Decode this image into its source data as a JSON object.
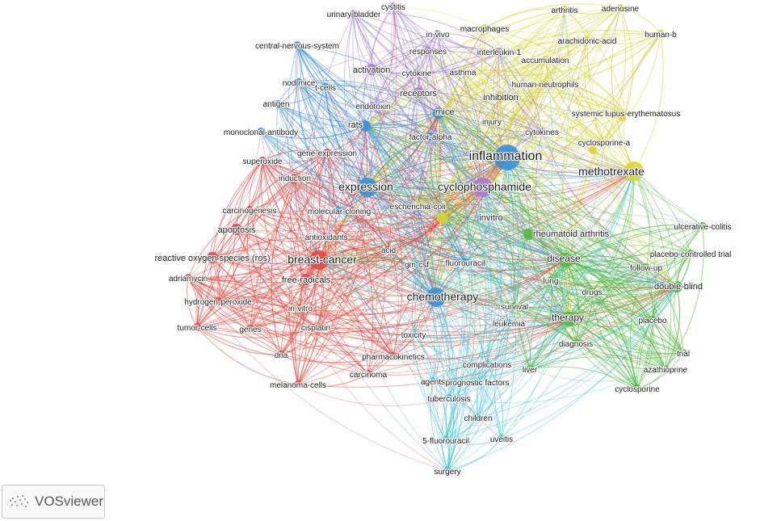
{
  "clusters": {
    "red": {
      "color": "#e8453c"
    },
    "green": {
      "color": "#4fba3a"
    },
    "blue": {
      "color": "#3b8fd9"
    },
    "yellow": {
      "color": "#d6d62e"
    },
    "purple": {
      "color": "#a77ad6"
    },
    "cyan": {
      "color": "#40c2d6"
    }
  },
  "nodes": [
    {
      "id": "inflammation",
      "label": "inflammation",
      "cluster": "blue",
      "weight": 5
    },
    {
      "id": "cyclophosphamide",
      "label": "cyclophosphamide",
      "cluster": "purple",
      "weight": 4
    },
    {
      "id": "methotrexate",
      "label": "methotrexate",
      "cluster": "yellow",
      "weight": 4
    },
    {
      "id": "expression",
      "label": "expression",
      "cluster": "blue",
      "weight": 4
    },
    {
      "id": "chemotherapy",
      "label": "chemotherapy",
      "cluster": "blue",
      "weight": 4
    },
    {
      "id": "breast-cancer",
      "label": "breast-cancer",
      "cluster": "red",
      "weight": 4
    },
    {
      "id": "therapy",
      "label": "therapy",
      "cluster": "green",
      "weight": 3
    },
    {
      "id": "disease",
      "label": "disease",
      "cluster": "green",
      "weight": 3
    },
    {
      "id": "double-blind",
      "label": "double-blind",
      "cluster": "green",
      "weight": 2
    },
    {
      "id": "rheumatoid-arthritis",
      "label": "rheumatoid arthritis",
      "cluster": "green",
      "weight": 2
    },
    {
      "id": "invitro",
      "label": "invitro",
      "cluster": "yellow",
      "weight": 2
    },
    {
      "id": "mice",
      "label": "mice",
      "cluster": "blue",
      "weight": 2
    },
    {
      "id": "rats",
      "label": "rats",
      "cluster": "blue",
      "weight": 2
    },
    {
      "id": "cystitis",
      "label": "cystitis",
      "cluster": "purple",
      "weight": 1
    },
    {
      "id": "urinary-bladder",
      "label": "urinary bladder",
      "cluster": "purple",
      "weight": 1
    },
    {
      "id": "in-vivo",
      "label": "in-vivo",
      "cluster": "purple",
      "weight": 1
    },
    {
      "id": "macrophages",
      "label": "macrophages",
      "cluster": "yellow",
      "weight": 1
    },
    {
      "id": "arthritis",
      "label": "arthritis",
      "cluster": "yellow",
      "weight": 1
    },
    {
      "id": "adenosine",
      "label": "adenosine",
      "cluster": "yellow",
      "weight": 1
    },
    {
      "id": "human-b",
      "label": "human-b",
      "cluster": "yellow",
      "weight": 1
    },
    {
      "id": "arachidonic-acid",
      "label": "arachidonic-acid",
      "cluster": "yellow",
      "weight": 1
    },
    {
      "id": "interleukin-1",
      "label": "interleukin-1",
      "cluster": "purple",
      "weight": 1
    },
    {
      "id": "responses",
      "label": "responses",
      "cluster": "purple",
      "weight": 1
    },
    {
      "id": "central-nervous-system",
      "label": "central-nervous-system",
      "cluster": "blue",
      "weight": 1
    },
    {
      "id": "activation",
      "label": "activation",
      "cluster": "purple",
      "weight": 2
    },
    {
      "id": "accumulation",
      "label": "accumulation",
      "cluster": "yellow",
      "weight": 1
    },
    {
      "id": "cytokine",
      "label": "cytokine",
      "cluster": "purple",
      "weight": 1
    },
    {
      "id": "asthma",
      "label": "asthma",
      "cluster": "yellow",
      "weight": 1
    },
    {
      "id": "nod-mice",
      "label": "nod mice",
      "cluster": "blue",
      "weight": 1
    },
    {
      "id": "t-cells",
      "label": "t-cells",
      "cluster": "blue",
      "weight": 1
    },
    {
      "id": "human-neutrophils",
      "label": "human-neutrophils",
      "cluster": "yellow",
      "weight": 1
    },
    {
      "id": "receptors",
      "label": "receptors",
      "cluster": "purple",
      "weight": 2
    },
    {
      "id": "inhibition",
      "label": "inhibition",
      "cluster": "yellow",
      "weight": 2
    },
    {
      "id": "antigen",
      "label": "antigen",
      "cluster": "blue",
      "weight": 1
    },
    {
      "id": "endotoxin",
      "label": "endotoxin",
      "cluster": "purple",
      "weight": 1
    },
    {
      "id": "systemic-lupus",
      "label": "systemic lupus-erythematosus",
      "cluster": "yellow",
      "weight": 1
    },
    {
      "id": "injury",
      "label": "injury",
      "cluster": "yellow",
      "weight": 1
    },
    {
      "id": "monoclonal-antibody",
      "label": "monoclonal-antibody",
      "cluster": "blue",
      "weight": 1
    },
    {
      "id": "cytokines",
      "label": "cytokines",
      "cluster": "purple",
      "weight": 1
    },
    {
      "id": "factor-alpha",
      "label": "factor-alpha",
      "cluster": "blue",
      "weight": 1
    },
    {
      "id": "cyclosporine-a",
      "label": "cyclosporine-a",
      "cluster": "yellow",
      "weight": 1
    },
    {
      "id": "gene-expression",
      "label": "gene-expression",
      "cluster": "red",
      "weight": 1
    },
    {
      "id": "superoxide",
      "label": "superoxide",
      "cluster": "red",
      "weight": 1
    },
    {
      "id": "induction",
      "label": "induction",
      "cluster": "red",
      "weight": 1
    },
    {
      "id": "carcinogenesis",
      "label": "carcinogenesis",
      "cluster": "red",
      "weight": 1
    },
    {
      "id": "molecular-cloning",
      "label": "molecular-cloning",
      "cluster": "blue",
      "weight": 1
    },
    {
      "id": "escherichia-coli",
      "label": "escherichia-coli",
      "cluster": "yellow",
      "weight": 1
    },
    {
      "id": "apoptosis",
      "label": "apoptosis",
      "cluster": "red",
      "weight": 2
    },
    {
      "id": "antioxidants",
      "label": "antioxidants",
      "cluster": "red",
      "weight": 1
    },
    {
      "id": "ulcerative-colitis",
      "label": "ulcerative-colitis",
      "cluster": "green",
      "weight": 1
    },
    {
      "id": "reactive-oxygen",
      "label": "reactive oxygen species (ros)",
      "cluster": "red",
      "weight": 2
    },
    {
      "id": "acid",
      "label": "acid",
      "cluster": "red",
      "weight": 1
    },
    {
      "id": "placebo-controlled",
      "label": "placebo-controlled trial",
      "cluster": "green",
      "weight": 1
    },
    {
      "id": "gm-csf",
      "label": "gm-csf",
      "cluster": "cyan",
      "weight": 1
    },
    {
      "id": "fluorouracil",
      "label": "fluorouracil",
      "cluster": "blue",
      "weight": 1
    },
    {
      "id": "adriamycin",
      "label": "adriamycin",
      "cluster": "red",
      "weight": 1
    },
    {
      "id": "free-radicals",
      "label": "free-radicals",
      "cluster": "red",
      "weight": 2
    },
    {
      "id": "lung",
      "label": "lung",
      "cluster": "green",
      "weight": 1
    },
    {
      "id": "follow-up",
      "label": "follow-up",
      "cluster": "green",
      "weight": 1
    },
    {
      "id": "drugs",
      "label": "drugs",
      "cluster": "green",
      "weight": 1
    },
    {
      "id": "hydrogen-peroxide",
      "label": "hydrogen-peroxide",
      "cluster": "red",
      "weight": 1
    },
    {
      "id": "in-vitro",
      "label": "in-vitro",
      "cluster": "red",
      "weight": 1
    },
    {
      "id": "survival",
      "label": "survival",
      "cluster": "green",
      "weight": 1
    },
    {
      "id": "leukemia",
      "label": "leukemia",
      "cluster": "cyan",
      "weight": 1
    },
    {
      "id": "tumor-cells",
      "label": "tumor-cells",
      "cluster": "red",
      "weight": 1
    },
    {
      "id": "genes",
      "label": "genes",
      "cluster": "red",
      "weight": 1
    },
    {
      "id": "cisplatin",
      "label": "cisplatin",
      "cluster": "red",
      "weight": 1
    },
    {
      "id": "toxicity",
      "label": "toxicity",
      "cluster": "cyan",
      "weight": 1
    },
    {
      "id": "placebo",
      "label": "placebo",
      "cluster": "green",
      "weight": 1
    },
    {
      "id": "diagnosis",
      "label": "diagnosis",
      "cluster": "green",
      "weight": 1
    },
    {
      "id": "dna",
      "label": "dna",
      "cluster": "red",
      "weight": 1
    },
    {
      "id": "pharmacokinetics",
      "label": "pharmacokinetics",
      "cluster": "red",
      "weight": 1
    },
    {
      "id": "trial",
      "label": "trial",
      "cluster": "green",
      "weight": 1
    },
    {
      "id": "complications",
      "label": "complications",
      "cluster": "cyan",
      "weight": 1
    },
    {
      "id": "liver",
      "label": "liver",
      "cluster": "green",
      "weight": 1
    },
    {
      "id": "azathioprine",
      "label": "azathioprine",
      "cluster": "green",
      "weight": 1
    },
    {
      "id": "carcinoma",
      "label": "carcinoma",
      "cluster": "red",
      "weight": 1
    },
    {
      "id": "agents",
      "label": "agents",
      "cluster": "cyan",
      "weight": 1
    },
    {
      "id": "prognostic-factors",
      "label": "prognostic factors",
      "cluster": "cyan",
      "weight": 1
    },
    {
      "id": "melanoma-cells",
      "label": "melanoma-cells",
      "cluster": "red",
      "weight": 1
    },
    {
      "id": "cyclosporine",
      "label": "cyclosporine",
      "cluster": "green",
      "weight": 1
    },
    {
      "id": "tuberculosis",
      "label": "tuberculosis",
      "cluster": "cyan",
      "weight": 1
    },
    {
      "id": "children",
      "label": "children",
      "cluster": "cyan",
      "weight": 1
    },
    {
      "id": "5-fluorouracil",
      "label": "5-fluorouracil",
      "cluster": "cyan",
      "weight": 1
    },
    {
      "id": "uveitis",
      "label": "uveitis",
      "cluster": "cyan",
      "weight": 1
    },
    {
      "id": "surgery",
      "label": "surgery",
      "cluster": "cyan",
      "weight": 1
    }
  ],
  "logo": {
    "text": "VOSviewer"
  }
}
